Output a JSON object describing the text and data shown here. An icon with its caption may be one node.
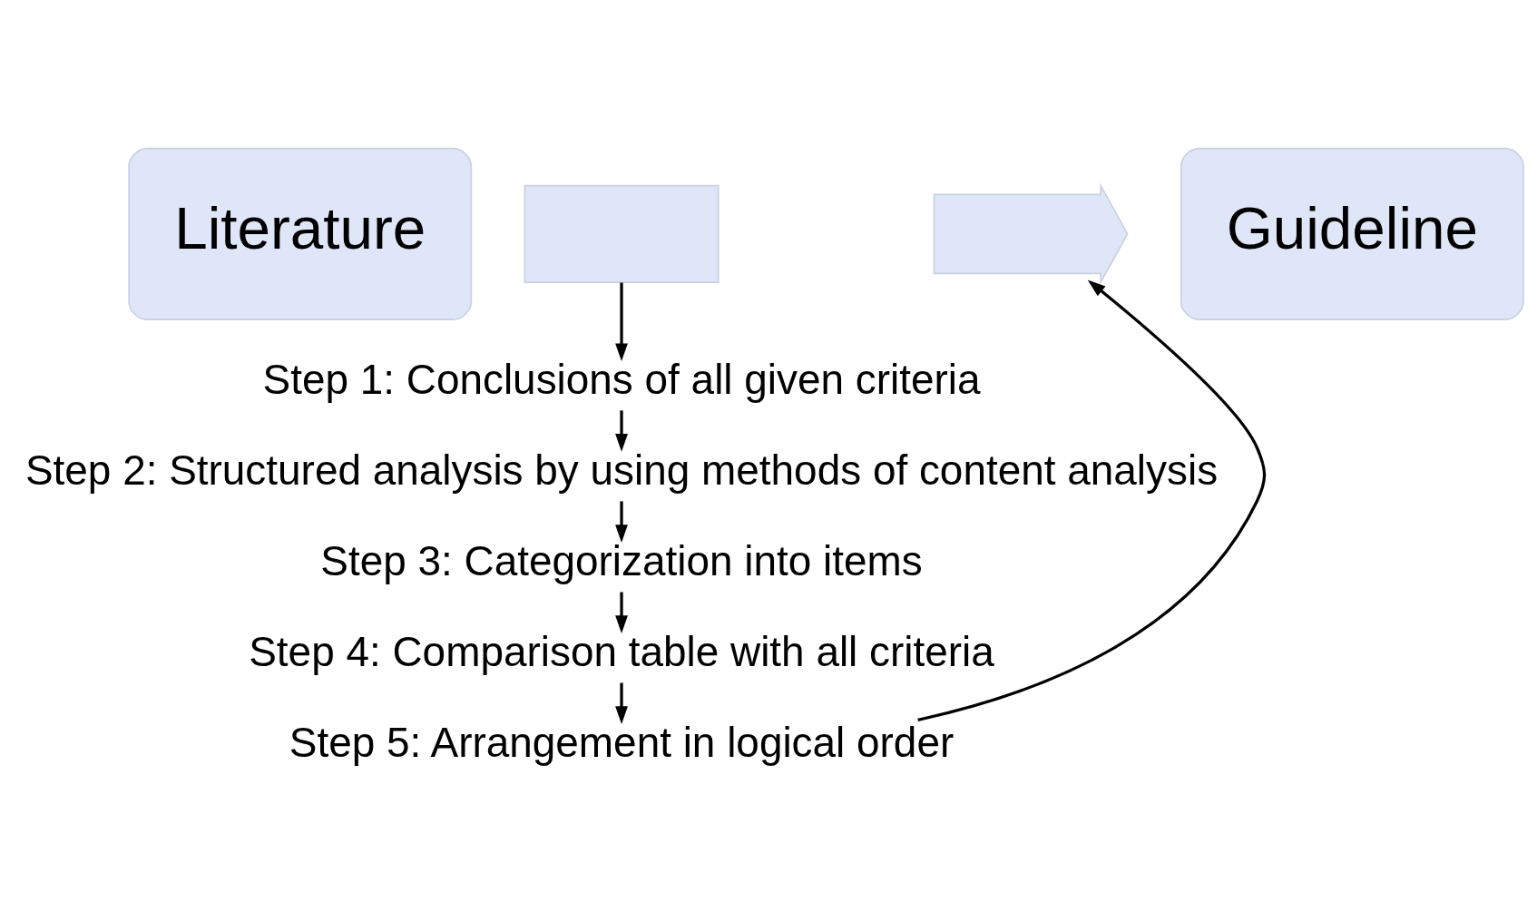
{
  "diagram": {
    "nodes": [
      {
        "text": [
          "Literature"
        ]
      },
      {
        "text": [],
        "shape": "box"
      },
      {
        "text": [],
        "shape": "arrow"
      },
      {
        "text": [
          "Guideline"
        ]
      },
      {
        "text": [
          "Step 1: Conclusions of all given criteria"
        ]
      },
      {
        "text": [
          "Step 2: Structured analysis by using methods of content analysis"
        ]
      },
      {
        "text": [
          "Step 3: Categorization into items"
        ]
      },
      {
        "text": [
          "Step 4: Comparison table with all criteria"
        ]
      },
      {
        "text": [
          "Step 5: Arrangement in logical order"
        ]
      }
    ],
    "edges": [
      {
        "from": 1,
        "to": 4,
        "arrow": "to"
      },
      {
        "from": 4,
        "to": 5,
        "arrow": "to"
      },
      {
        "from": 5,
        "to": 6,
        "arrow": "to"
      },
      {
        "from": 6,
        "to": 7,
        "arrow": "to"
      },
      {
        "from": 7,
        "to": 8,
        "arrow": "to"
      },
      {
        "from": 8,
        "to": 2,
        "arrow": "to"
      }
    ]
  }
}
